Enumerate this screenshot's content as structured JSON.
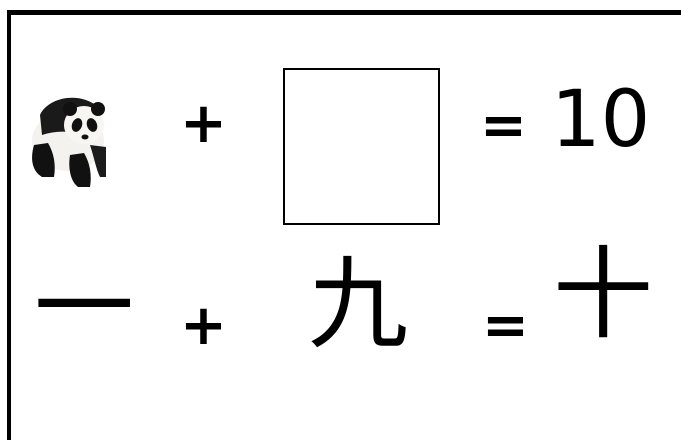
{
  "equation1": {
    "picture_icon": "panda-icon",
    "plus": "+",
    "answer_box": "",
    "equals": "=",
    "result": "10"
  },
  "equation2": {
    "left": "一",
    "plus": "+",
    "middle": "九",
    "equals": "=",
    "result": "十"
  }
}
